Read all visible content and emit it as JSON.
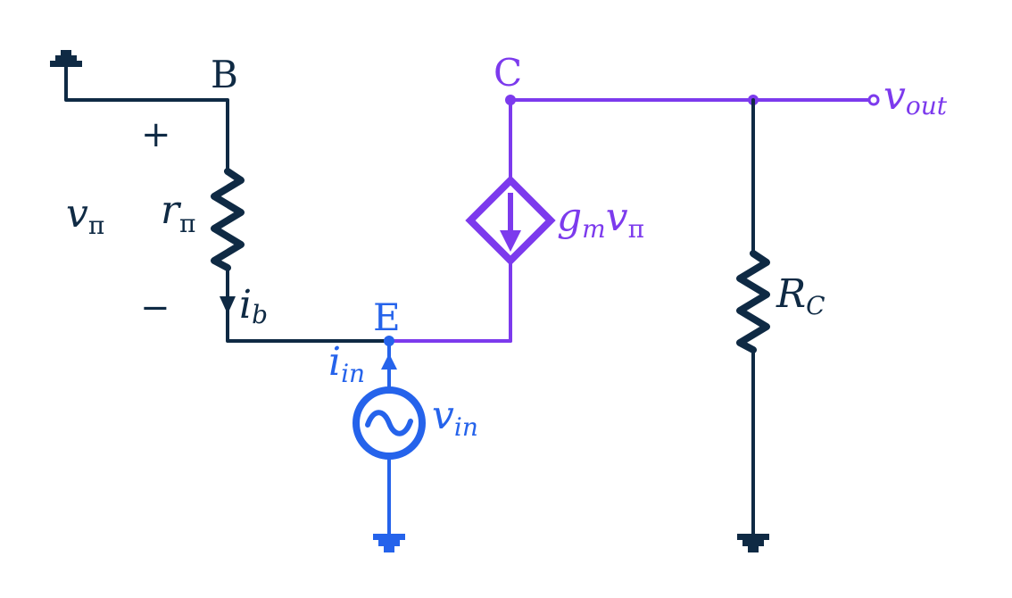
{
  "colors": {
    "navy": "#0f2a44",
    "purple": "#7c3aed",
    "blue": "#2563eb"
  },
  "nodes": {
    "b": "B",
    "c": "C",
    "e": "E"
  },
  "labels": {
    "v_pi_sym": "v",
    "v_pi_sub": "π",
    "r_pi_sym": "r",
    "r_pi_sub": "π",
    "plus": "+",
    "minus": "−",
    "i_b_sym": "i",
    "i_b_sub": "b",
    "gm_sym": "g",
    "gm_sub": "m",
    "gm_v": "v",
    "gm_v_sub": "π",
    "rc_sym": "R",
    "rc_sub": "C",
    "i_in_sym": "i",
    "i_in_sub": "in",
    "v_in_sym": "v",
    "v_in_sub": "in",
    "v_out_sym": "v",
    "v_out_sub": "out"
  },
  "icons": {
    "ground": "ground-icon",
    "ac_source": "ac-voltage-source-icon",
    "dependent_source": "dependent-current-source-icon",
    "resistor": "resistor-icon"
  }
}
